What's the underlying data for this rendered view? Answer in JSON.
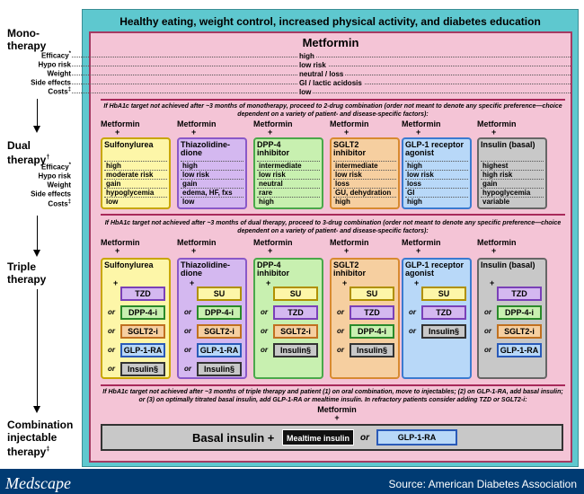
{
  "header": "Healthy eating, weight control, increased physical activity, and diabetes education",
  "steps": {
    "mono": "Mono-\ntherapy",
    "dual": "Dual\ntherapy",
    "dual_sup": "†",
    "triple": "Triple\ntherapy",
    "combo": "Combination\ninjectable\ntherapy",
    "combo_sup": "‡"
  },
  "row_labels": [
    {
      "label": "Efficacy",
      "sup": "*"
    },
    {
      "label": "Hypo risk",
      "sup": ""
    },
    {
      "label": "Weight",
      "sup": ""
    },
    {
      "label": "Side effects",
      "sup": ""
    },
    {
      "label": "Costs",
      "sup": "‡"
    }
  ],
  "mono": {
    "title": "Metformin",
    "values": [
      "high",
      "low risk",
      "neutral / loss",
      "GI / lactic acidosis",
      "low"
    ]
  },
  "cond_dual": "If HbA1c target not achieved after ~3 months of monotherapy, proceed to 2-drug combination (order not meant to denote any specific preference—choice dependent on a variety of patient- and disease-specific factors):",
  "cond_triple": "If HbA1c target not achieved after ~3 months of dual therapy, proceed to 3-drug combination (order not meant to denote any specific preference—choice dependent on a variety of patient- and disease-specific factors):",
  "cond_combo": "If HbA1c target not achieved after ~3 months of triple therapy and patient (1) on oral combination, move to injectables; (2) on GLP-1-RA, add basal insulin; or (3) on optimally titrated basal insulin, add GLP-1-RA or mealtime insulin. In refractory patients consider adding TZD or SGLT2-i:",
  "metformin_label": "Metformin",
  "plus": "+",
  "or_label": "or",
  "dual": [
    {
      "name": "Sulfonylurea",
      "values": [
        "high",
        "moderate risk",
        "gain",
        "hypoglycemia",
        "low"
      ]
    },
    {
      "name": "Thiazolidine-\ndione",
      "values": [
        "high",
        "low risk",
        "gain",
        "edema, HF, fxs",
        "low"
      ]
    },
    {
      "name": "DPP-4\ninhibitor",
      "values": [
        "intermediate",
        "low risk",
        "neutral",
        "rare",
        "high"
      ]
    },
    {
      "name": "SGLT2\ninhibitor",
      "values": [
        "intermediate",
        "low risk",
        "loss",
        "GU, dehydration",
        "high"
      ]
    },
    {
      "name": "GLP-1 receptor\nagonist",
      "values": [
        "high",
        "low risk",
        "loss",
        "GI",
        "high"
      ]
    },
    {
      "name": "Insulin (basal)",
      "values": [
        "highest",
        "high risk",
        "gain",
        "hypoglycemia",
        "variable"
      ]
    }
  ],
  "triple": [
    {
      "name": "Sulfonylurea",
      "options": [
        "TZD",
        "DPP-4-i",
        "SGLT2-i",
        "GLP-1-RA",
        "Insulin§"
      ]
    },
    {
      "name": "Thiazolidine-\ndione",
      "options": [
        "SU",
        "DPP-4-i",
        "SGLT2-i",
        "GLP-1-RA",
        "Insulin§"
      ]
    },
    {
      "name": "DPP-4\ninhibitor",
      "options": [
        "SU",
        "TZD",
        "SGLT2-i",
        "Insulin§"
      ]
    },
    {
      "name": "SGLT2\ninhibitor",
      "options": [
        "SU",
        "TZD",
        "DPP-4-i",
        "Insulin§"
      ]
    },
    {
      "name": "GLP-1 receptor\nagonist",
      "options": [
        "SU",
        "TZD",
        "Insulin§"
      ]
    },
    {
      "name": "Insulin (basal)",
      "options": [
        "TZD",
        "DPP-4-i",
        "SGLT2-i",
        "GLP-1-RA"
      ]
    }
  ],
  "combo": {
    "basal": "Basal insulin +",
    "mealtime": "Mealtime insulin",
    "glp": "GLP-1-RA"
  },
  "footer": {
    "brand": "Medscape",
    "source": "Source: American Diabetes Association"
  },
  "colors": {
    "drug_fill": [
      "#fdf6a8",
      "#d4b8f0",
      "#c8f0b0",
      "#f6cfa0",
      "#b8d8f8",
      "#c8c8c8"
    ],
    "drug_border": [
      "#c8a600",
      "#8a58c8",
      "#4aa84a",
      "#d88a30",
      "#3a7ad0",
      "#666666"
    ],
    "opt_fill": {
      "TZD": "#d4b8f0",
      "SU": "#fdf6a8",
      "DPP-4-i": "#c8f0b0",
      "SGLT2-i": "#f6cfa0",
      "GLP-1-RA": "#b8d8f8",
      "Insulin§": "#c8c8c8"
    },
    "opt_border": {
      "TZD": "#7a40b8",
      "SU": "#b09000",
      "DPP-4-i": "#2a8a2a",
      "SGLT2-i": "#c07020",
      "GLP-1-RA": "#2a5ab8",
      "Insulin§": "#333333"
    }
  }
}
